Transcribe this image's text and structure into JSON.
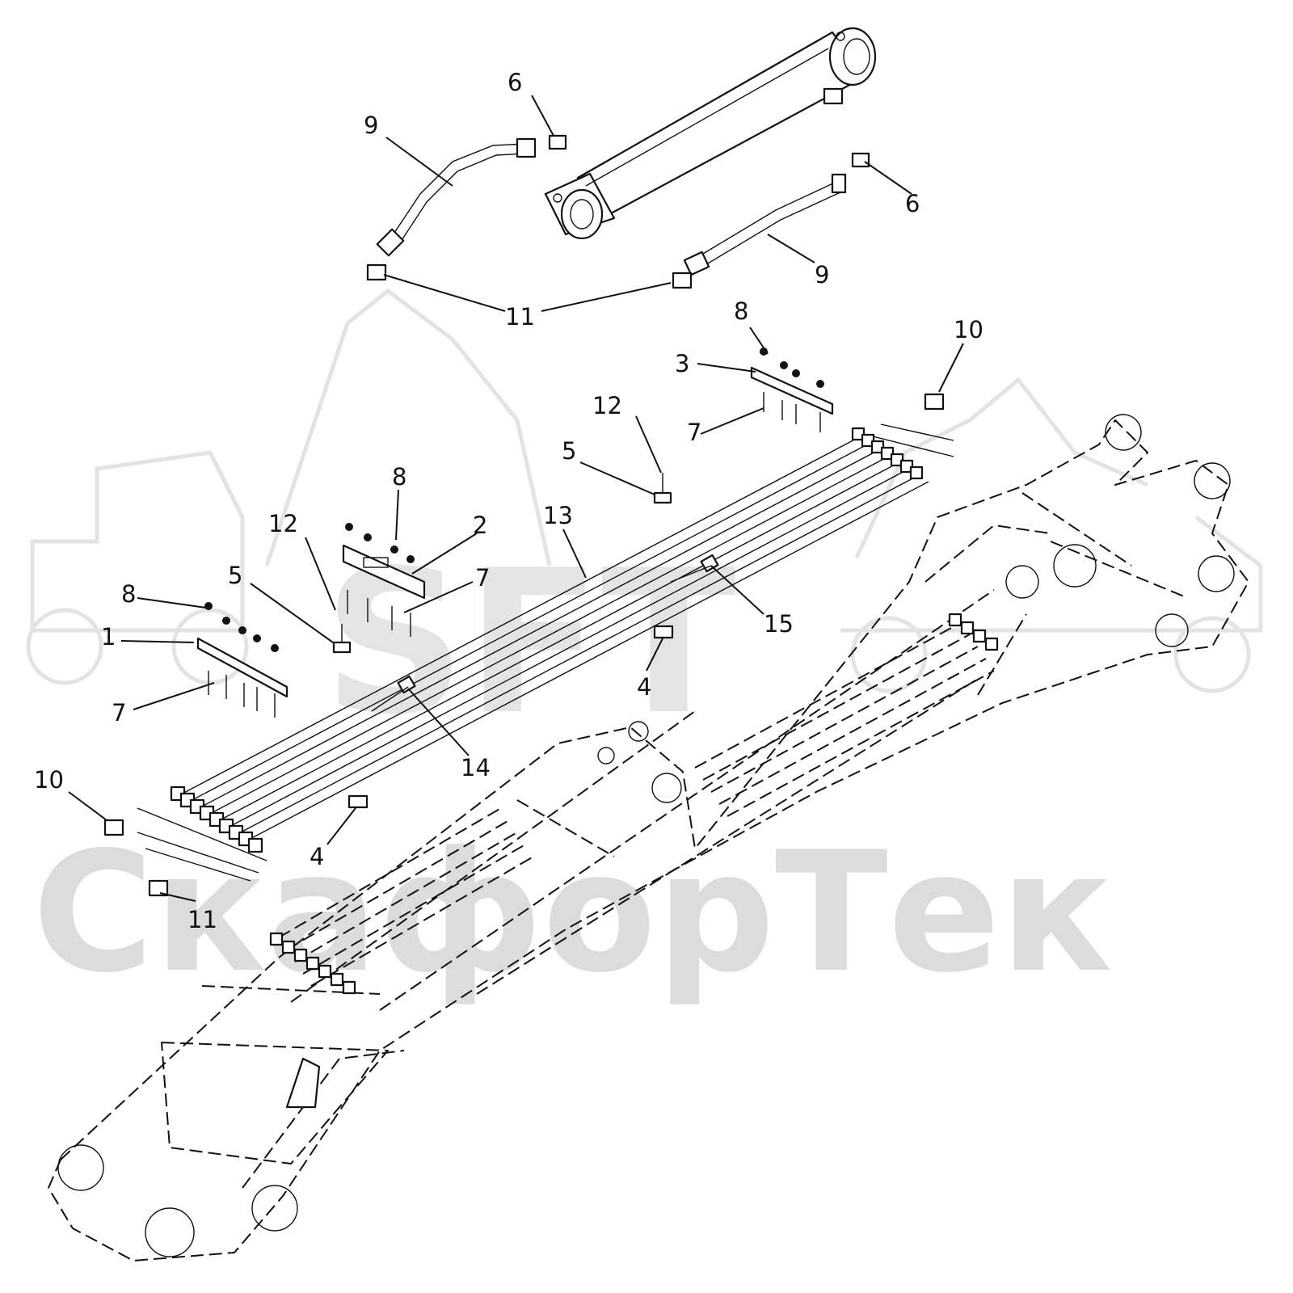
{
  "watermark": {
    "logo": "SFT",
    "brand": "СкафорТек"
  },
  "colors": {
    "ink": "#111111",
    "watermark": "#dcdcdc",
    "background": "#ffffff"
  },
  "callouts": {
    "c1": "1",
    "c2": "2",
    "c3": "3",
    "c4a": "4",
    "c4b": "4",
    "c5a": "5",
    "c5b": "5",
    "c6a": "6",
    "c6b": "6",
    "c7a": "7",
    "c7b": "7",
    "c7c": "7",
    "c8a": "8",
    "c8b": "8",
    "c8c": "8",
    "c9a": "9",
    "c9b": "9",
    "c10a": "10",
    "c10b": "10",
    "c11a": "11",
    "c11b": "11",
    "c12a": "12",
    "c12b": "12",
    "c13": "13",
    "c14": "14",
    "c15": "15"
  }
}
